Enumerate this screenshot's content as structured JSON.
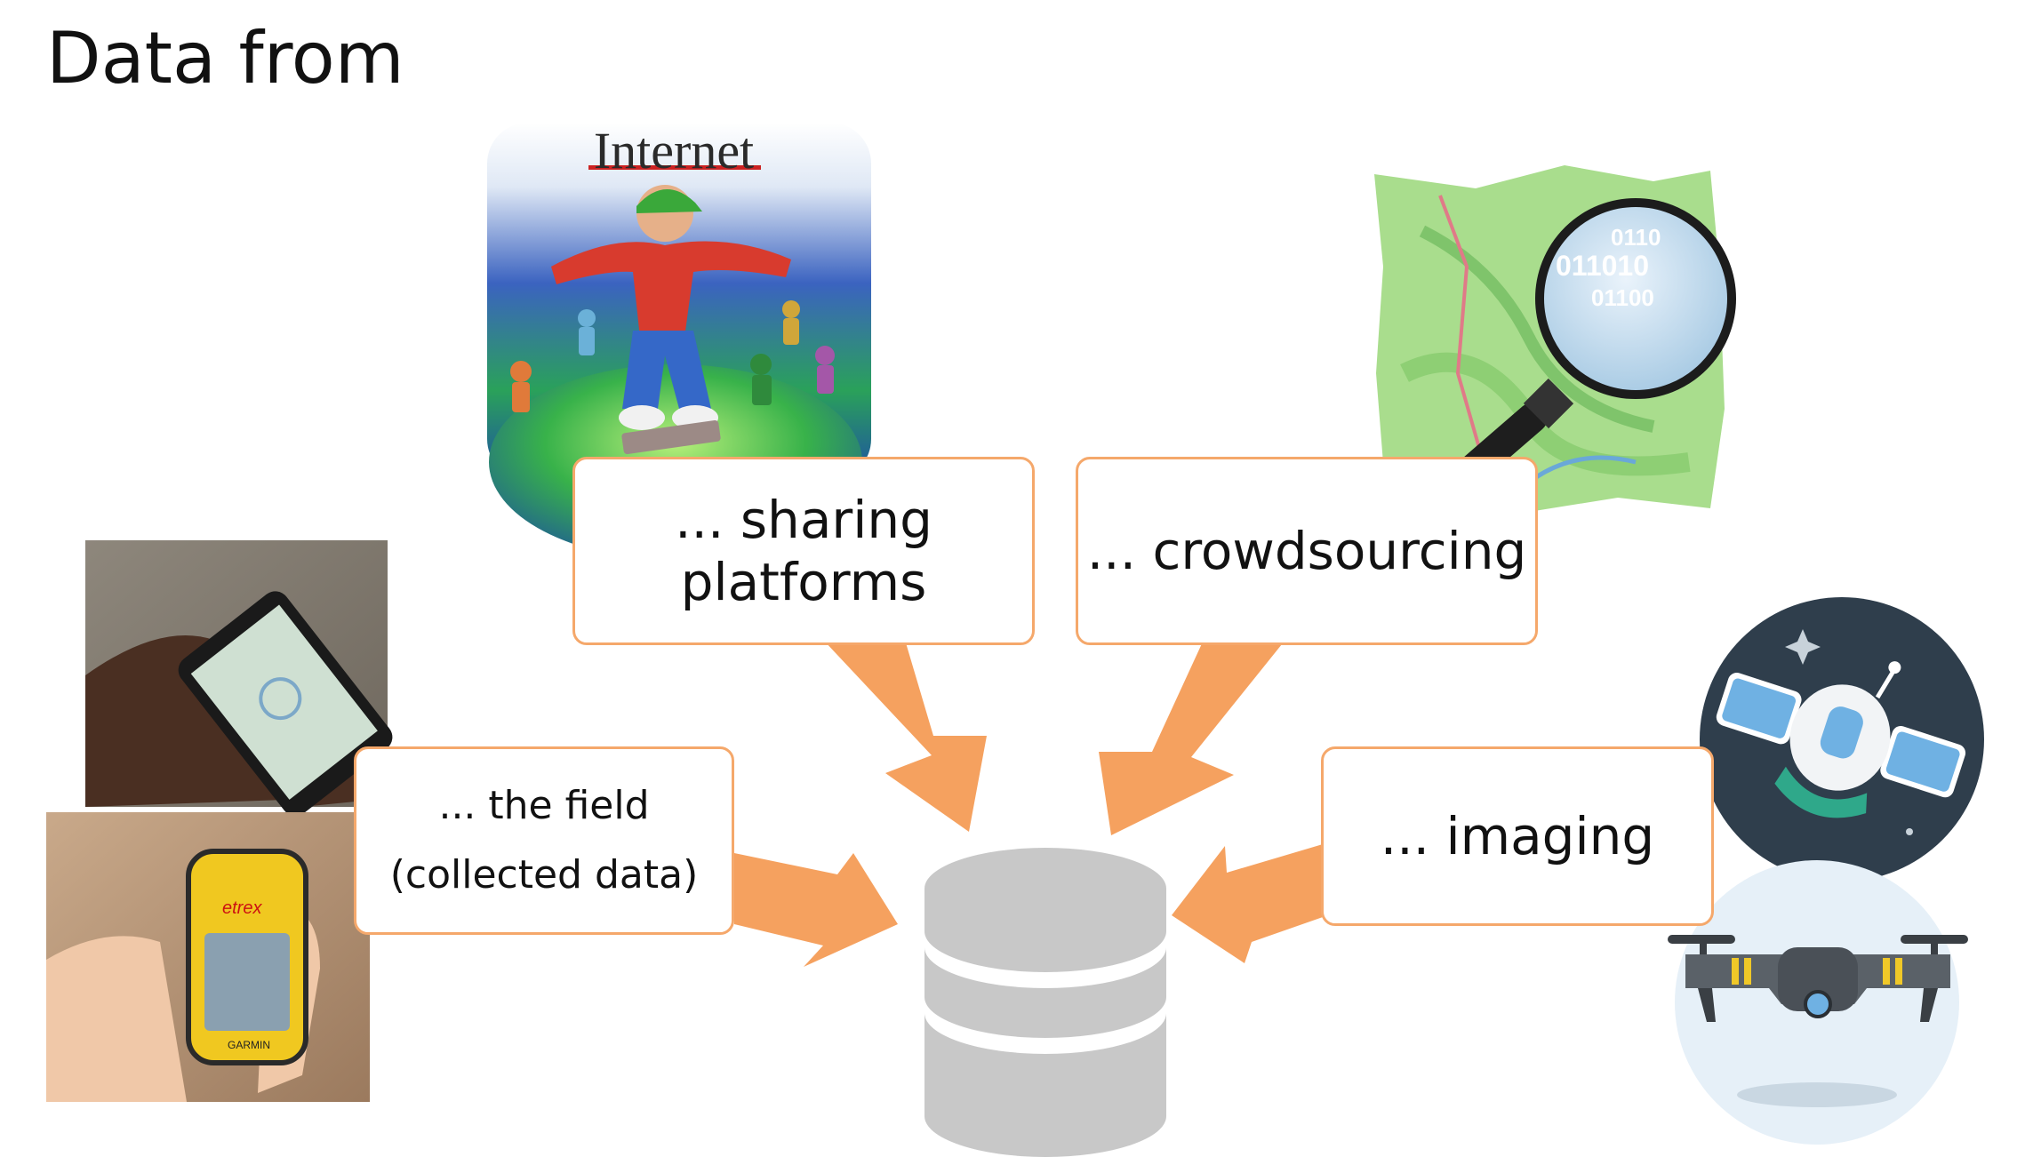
{
  "title": "Data from",
  "sources": {
    "sharing": {
      "lines": [
        "... sharing",
        "platforms"
      ]
    },
    "crowdsourcing": {
      "lines": [
        "... crowdsourcing"
      ]
    },
    "field": {
      "lines": [
        "... the field",
        "(collected data)"
      ]
    },
    "imaging": {
      "lines": [
        "... imaging"
      ]
    }
  },
  "illustrations": {
    "internet_cover_label": "Internet",
    "magnifier_digits": [
      "0110",
      "011010",
      "01100"
    ],
    "gps_brand": "etrex",
    "gps_maker": "GARMIN"
  },
  "colors": {
    "arrow": "#f5a15f",
    "box_border": "#f5a86b",
    "database": "#c8c8c8",
    "satellite_bg": "#2f3e4c",
    "drone_bg": "#e6f0f8"
  },
  "icons": [
    "database-icon",
    "satellite-icon",
    "drone-icon",
    "map-magnifier-icon",
    "smartphone-photo",
    "gps-device-photo",
    "internet-cover-image"
  ]
}
